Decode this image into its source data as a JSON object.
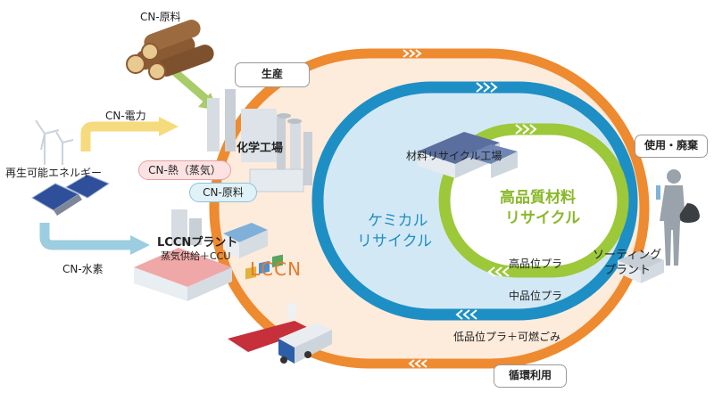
{
  "labels": {
    "cn_raw_top": "CN-原料",
    "production": "生産",
    "cn_power": "CN-電力",
    "renewable": "再生可能エネルギー",
    "cn_heat": "CN-熱（蒸気）",
    "cn_raw_mid": "CN-原料",
    "chemical_plant": "化学工場",
    "lccn_plant": "LCCNプラント",
    "lccn_plant_sub": "蒸気供給＋CCU",
    "cn_hydrogen": "CN-水素",
    "lccn": "LCCN",
    "chemical_recycle_1": "ケミカル",
    "chemical_recycle_2": "リサイクル",
    "material_recycle_plant": "材料リサイクル工場",
    "hq_material_1": "高品質材料",
    "hq_material_2": "リサイクル",
    "use_disposal": "使用・廃棄",
    "sorting_plant_1": "ソーティング",
    "sorting_plant_2": "プラント",
    "high_grade": "高品位プラ",
    "mid_grade": "中品位プラ",
    "low_grade": "低品位プラ＋可燃ごみ",
    "circular_use": "循環利用"
  },
  "colors": {
    "outer_loop": "#ee8a2f",
    "outer_fill": "#fdebdc",
    "middle_loop": "#1d8fc4",
    "middle_fill": "#d3e8f5",
    "inner_loop": "#9cc83a",
    "inner_fill": "#ffffff",
    "lccn_text": "#e8792a",
    "chem_text": "#1d8fc4",
    "hq_text": "#8ab82a",
    "power_arrow": "#f5db7d",
    "hydrogen_arrow": "#9ccde0",
    "raw_arrow": "#a9cc6a"
  }
}
